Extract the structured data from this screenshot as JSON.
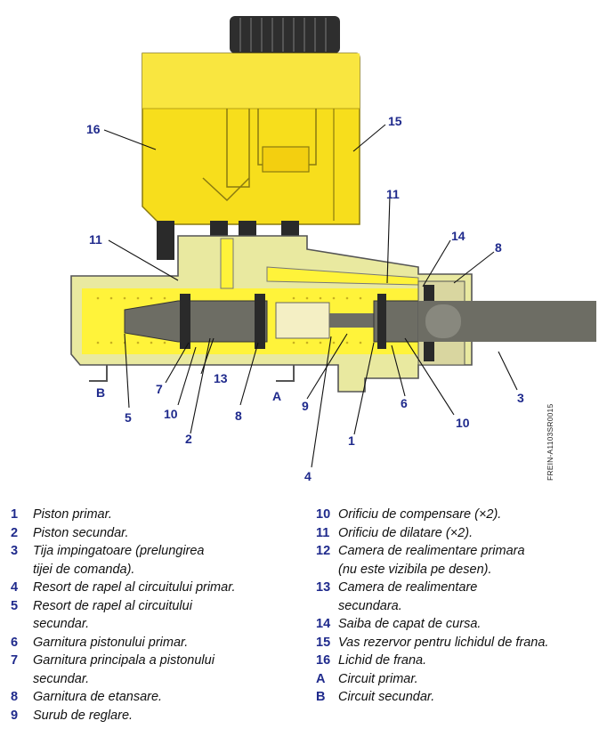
{
  "diagram": {
    "callouts": {
      "c16": "16",
      "c15": "15",
      "c11a": "11",
      "c11b": "11",
      "c14": "14",
      "c8a": "8",
      "cB": "B",
      "c7": "7",
      "c13": "13",
      "c10a": "10",
      "c5": "5",
      "c8b": "8",
      "cA": "A",
      "c9": "9",
      "c2": "2",
      "c1": "1",
      "c6": "6",
      "c10b": "10",
      "c3": "3",
      "c4": "4"
    },
    "code": "FREIN-A1103SR0015",
    "colors": {
      "reservoir": "#f7de1c",
      "body": "#e9e9a0",
      "fluid": "#fff33a",
      "piston": "#6d6d64",
      "cap": "#2e2e2e",
      "callout": "#1f2a8c"
    }
  },
  "legend": {
    "left": [
      {
        "num": "1",
        "text": "Piston primar."
      },
      {
        "num": "2",
        "text": "Piston secundar."
      },
      {
        "num": "3",
        "text": "Tija impingatoare (prelungirea\ntijei de comanda)."
      },
      {
        "num": "4",
        "text": "Resort de rapel al circuitului primar."
      },
      {
        "num": "5",
        "text": "Resort de rapel al circuitului\nsecundar."
      },
      {
        "num": "6",
        "text": "Garnitura pistonului primar."
      },
      {
        "num": "7",
        "text": "Garnitura principala a pistonului\nsecundar."
      },
      {
        "num": "8",
        "text": "Garnitura de etansare."
      },
      {
        "num": "9",
        "text": "Surub de reglare."
      }
    ],
    "right": [
      {
        "num": "10",
        "text": "Orificiu de compensare (×2)."
      },
      {
        "num": "11",
        "text": "Orificiu de dilatare (×2)."
      },
      {
        "num": "12",
        "text": "Camera de realimentare primara\n(nu este vizibila pe desen)."
      },
      {
        "num": "13",
        "text": "Camera de realimentare\nsecundara."
      },
      {
        "num": "14",
        "text": "Saiba de capat de cursa."
      },
      {
        "num": "15",
        "text": "Vas rezervor pentru lichidul de frana."
      },
      {
        "num": "16",
        "text": "Lichid de frana."
      },
      {
        "num": "A",
        "text": "Circuit primar."
      },
      {
        "num": "B",
        "text": "Circuit secundar."
      }
    ]
  }
}
